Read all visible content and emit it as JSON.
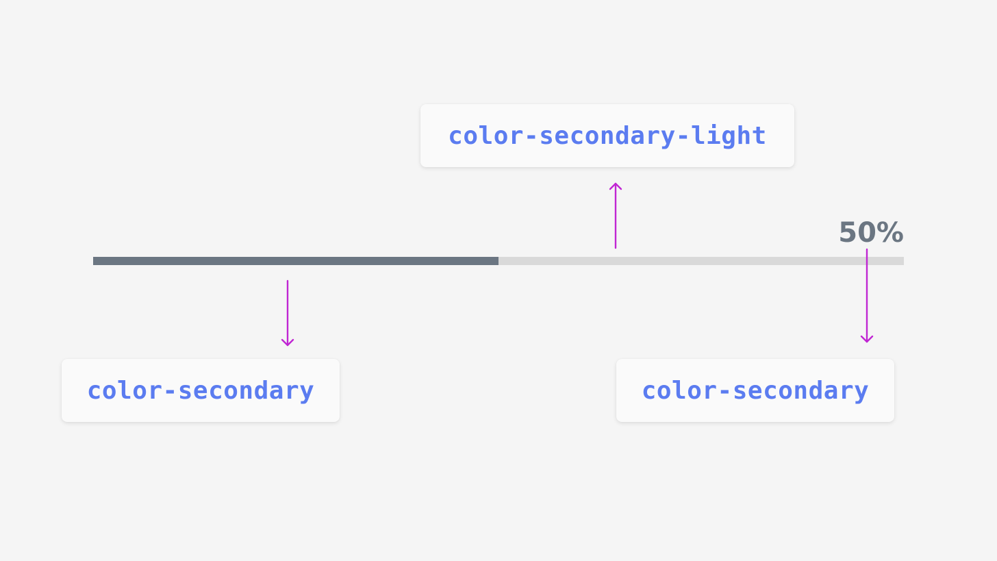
{
  "progress": {
    "value": 0.5,
    "label": "50%",
    "fill_color": "#6b7682",
    "track_color": "#d9d9d9",
    "label_color": "#6b7682"
  },
  "tokens": {
    "light": "color-secondary-light",
    "left": "color-secondary",
    "right": "color-secondary"
  },
  "colors": {
    "token_text": "#5b7cf0",
    "arrow": "#c026d3",
    "background": "#f5f5f5",
    "card": "#fafafa"
  }
}
